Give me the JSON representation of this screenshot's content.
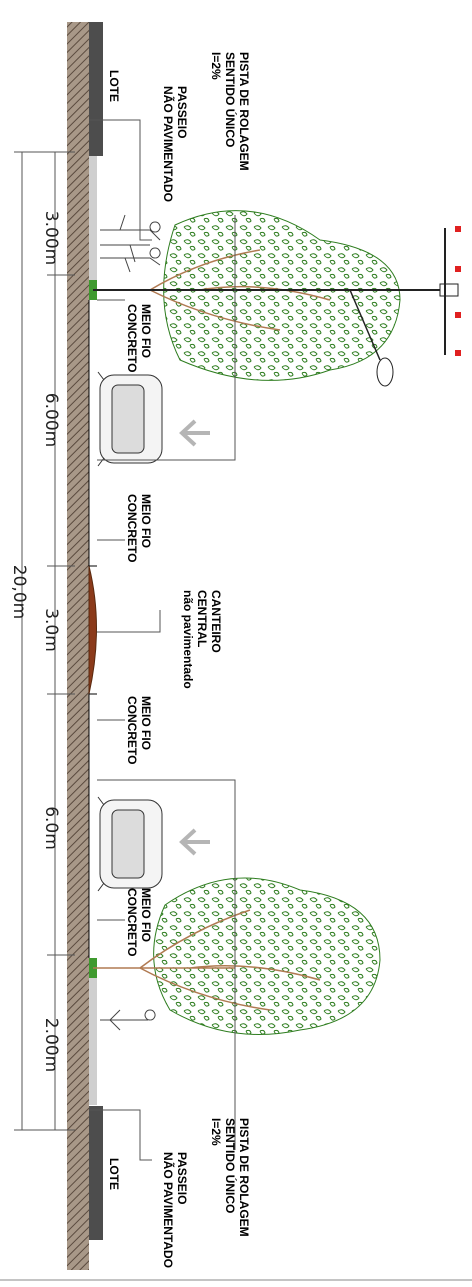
{
  "labels": {
    "lot_top": "LOTE",
    "lot_bottom": "LOTE",
    "lane_top": [
      "PISTA DE ROLAGEM",
      "SENTIDO ÚNICO",
      "I=2%"
    ],
    "lane_bottom": [
      "PISTA DE ROLAGEM",
      "SENTIDO ÚNICO",
      "I=2%"
    ],
    "sidewalk_top": [
      "PASSEIO",
      "NÃO PAVIMENTADO"
    ],
    "sidewalk_bottom": [
      "PASSEIO",
      "NÃO PAVIMENTADO"
    ],
    "curb_1": [
      "MEIO FIO",
      "CONCRETO"
    ],
    "curb_2": [
      "MEIO FIO",
      "CONCRETO"
    ],
    "curb_3": [
      "MEIO FIO",
      "CONCRETO"
    ],
    "curb_4": [
      "MEIO FIO",
      "CONCRETO"
    ],
    "median": [
      "CANTEIRO",
      "CENTRAL",
      "não pavimentado"
    ]
  },
  "dimensions": {
    "sidewalk_top": "3.00m",
    "lane_top": "6.00m",
    "median": "3.0m",
    "lane_bottom": "6.0m",
    "sidewalk_bottom": "2.00m",
    "total": "20,0m"
  },
  "colors": {
    "ground": "#8a7a6c",
    "lot": "#4d4d4d",
    "curb": "#3f9a2f",
    "median_fill": "#8b3a1a",
    "tree": "#2e7d1f",
    "trunk": "#b07a52",
    "arrow": "#b5b5b5",
    "light_marker": "#e02020"
  }
}
